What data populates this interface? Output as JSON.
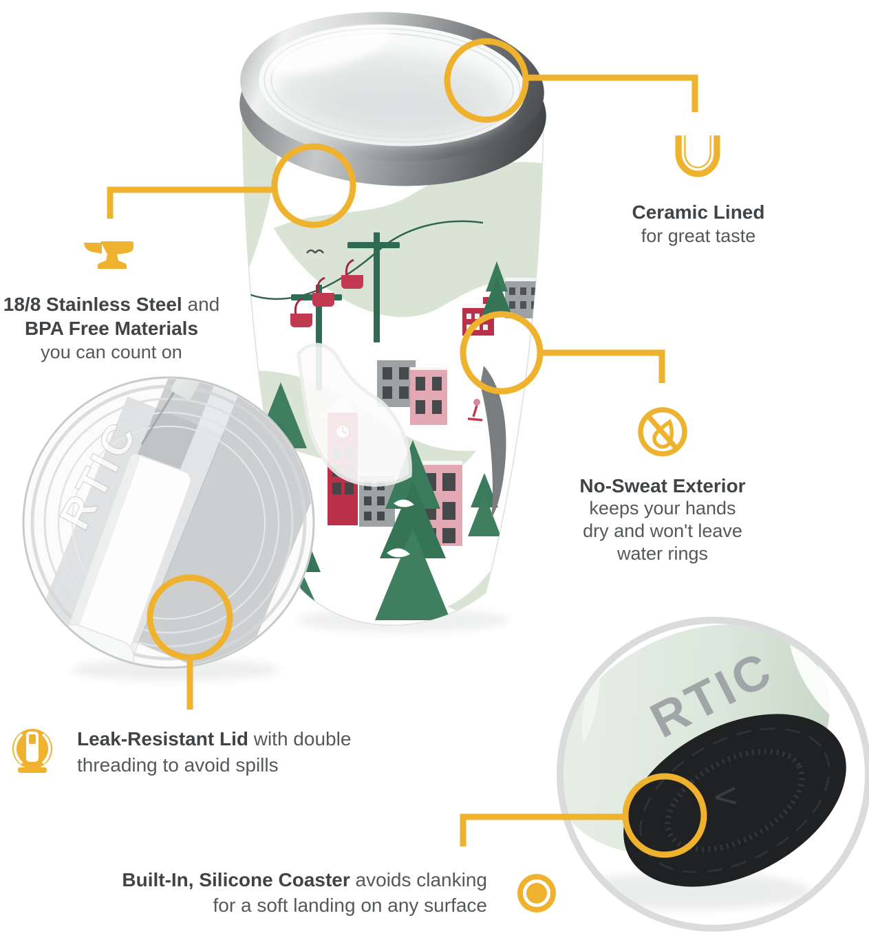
{
  "colors": {
    "accent": "#EFB22E",
    "heading_text": "#404447",
    "body_text": "#54585B",
    "sage_green": "#D9E4D4",
    "tree_green": "#3A7B5C",
    "building_red": "#B93048",
    "building_pink": "#E2A9B4",
    "building_gray": "#9DA3A5",
    "coaster_black": "#1F2122",
    "steel_gray": "#8A8D8F"
  },
  "brand": {
    "lid_text": "RTIC",
    "base_text": "RTIC"
  },
  "features": {
    "ceramic": {
      "icon": "ceramic-lining-icon",
      "title": "Ceramic Lined",
      "subtitle": "for great taste"
    },
    "stainless": {
      "icon": "anvil-icon",
      "bold1": "18/8 Stainless Steel",
      "regular1": "and",
      "bold2": "BPA Free Materials",
      "regular2": "you can count on"
    },
    "no_sweat": {
      "icon": "no-sweat-icon",
      "title": "No-Sweat Exterior",
      "lines": [
        "keeps your hands",
        "dry and won't leave",
        "water rings"
      ]
    },
    "leak_resistant": {
      "icon": "leak-resistant-lid-icon",
      "bold": "Leak-Resistant Lid",
      "regular": "with double",
      "line2": "threading to avoid spills"
    },
    "coaster": {
      "icon": "silicone-coaster-icon",
      "bold": "Built-In, Silicone Coaster",
      "regular": "avoids clanking",
      "line2": "for a soft landing on any surface"
    }
  }
}
